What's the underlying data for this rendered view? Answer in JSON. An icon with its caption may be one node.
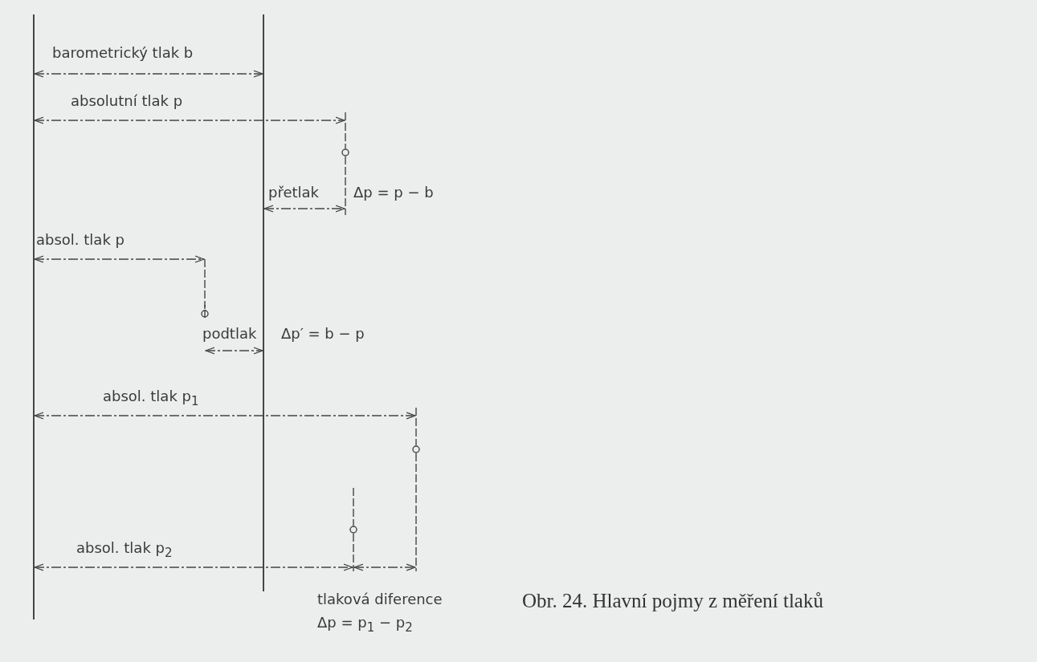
{
  "diagram": {
    "caption": "Obr. 24. Hlavní pojmy z měření tlaků",
    "labels": [
      "barometrický tlak b",
      "absolutní tlak p",
      "přetlak",
      "Δp = p − b",
      "absol. tlak p",
      "podtlak",
      "Δp′ = b − p",
      "absol. tlak p$_{1}$",
      "absol. tlak p$_{2}$",
      "tlaková diference",
      "Δp = p$_{1}$ − p$_{2}$"
    ]
  }
}
